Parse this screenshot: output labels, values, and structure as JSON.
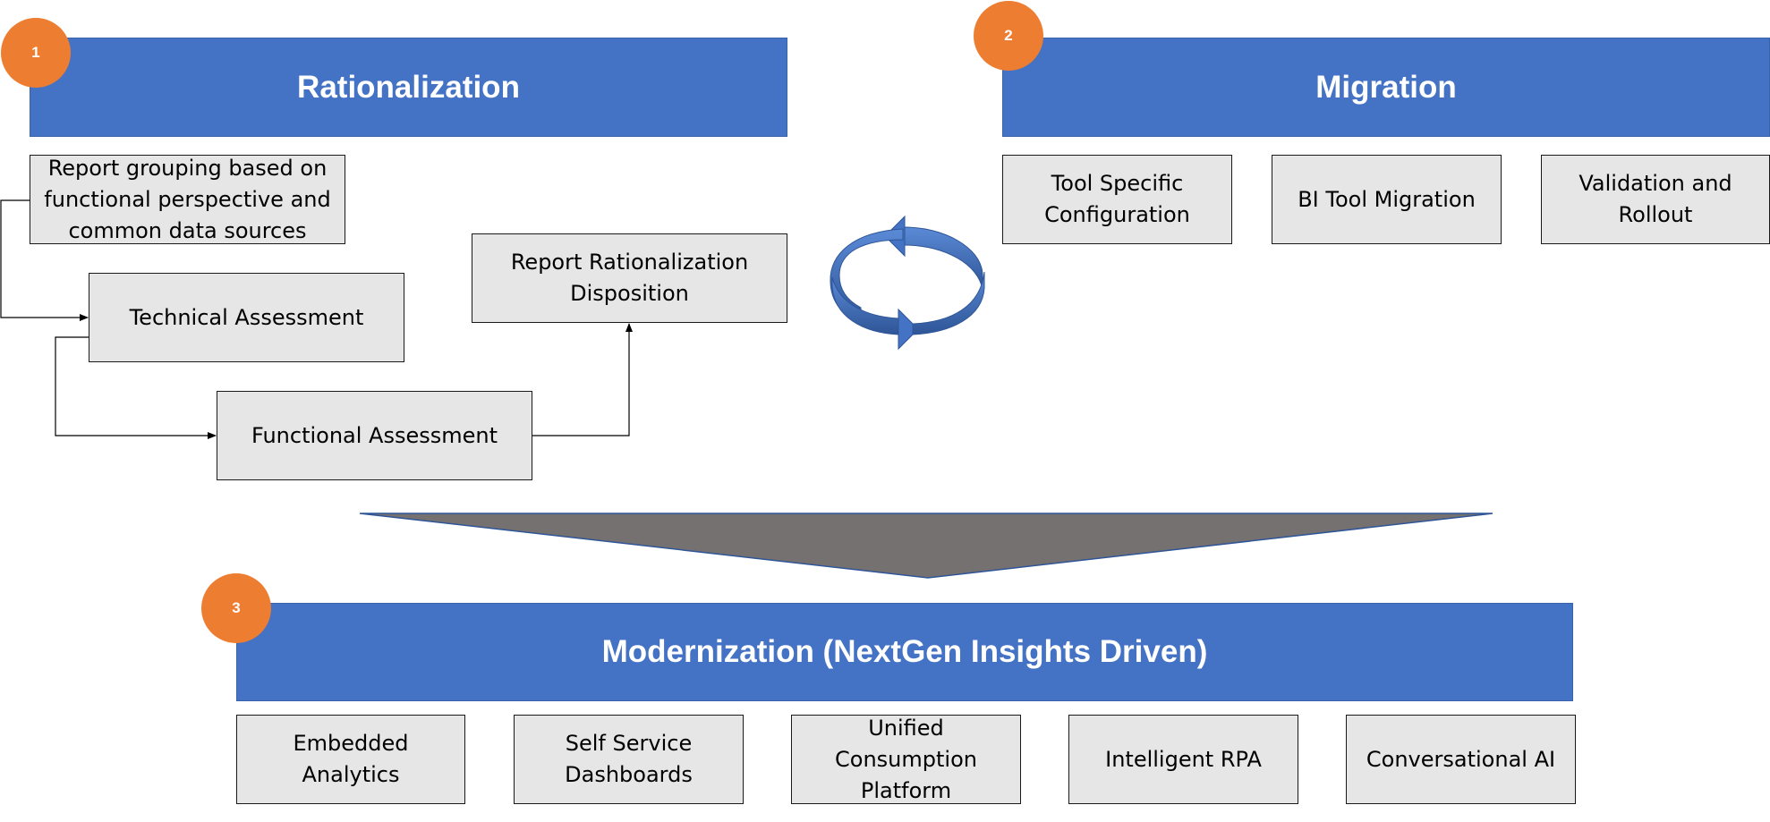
{
  "sections": {
    "rationalization": {
      "number": "1",
      "title": "Rationalization"
    },
    "migration": {
      "number": "2",
      "title": "Migration"
    },
    "modernization": {
      "number": "3",
      "title": "Modernization (NextGen Insights Driven)"
    }
  },
  "rationalization_steps": {
    "report_grouping": "Report grouping based on functional perspective and common data sources",
    "technical_assessment": "Technical Assessment",
    "functional_assessment": "Functional Assessment",
    "report_disposition": "Report Rationalization Disposition"
  },
  "migration_steps": {
    "tool_config": "Tool Specific Configuration",
    "bi_tool_migration": "BI Tool Migration",
    "validation_rollout": "Validation and Rollout"
  },
  "modernization_items": {
    "embedded_analytics": "Embedded Analytics",
    "self_service": "Self Service Dashboards",
    "unified_platform": "Unified Consumption Platform",
    "intelligent_rpa": "Intelligent RPA",
    "conversational_ai": "Conversational AI"
  },
  "colors": {
    "header_blue": "#4472C4",
    "badge_orange": "#ED7D31",
    "box_gray": "#E7E6E6",
    "funnel_gray": "#767171"
  },
  "icons": {
    "cycle": "circular-arrows-icon"
  }
}
